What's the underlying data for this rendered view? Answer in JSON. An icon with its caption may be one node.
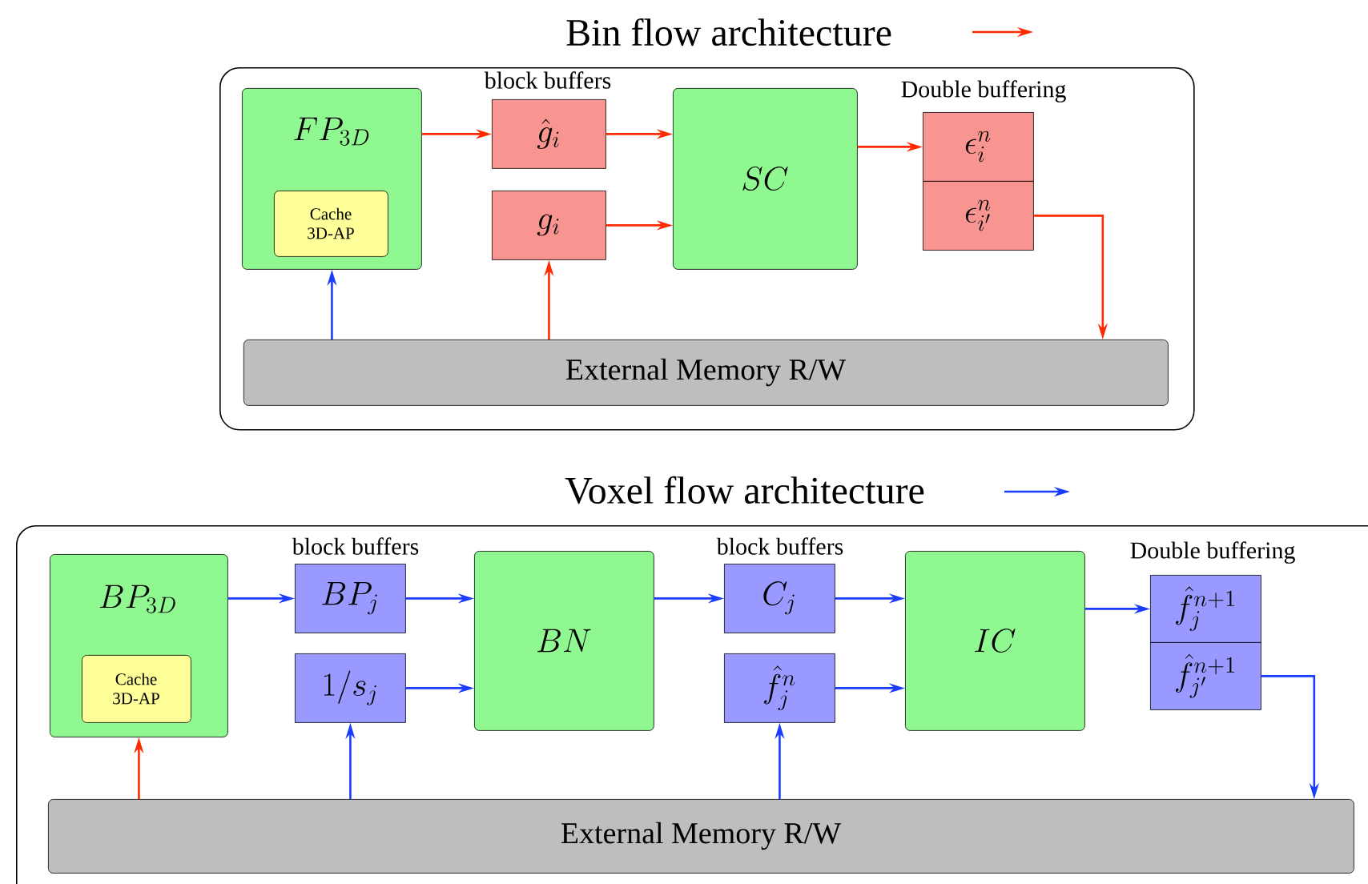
{
  "diagram": {
    "nodes": [
      {
        "text": [],
        "shape": "box"
      },
      {
        "text": [
          "FP_{3D}"
        ],
        "in": 0
      },
      {
        "text": [
          "Cache 3D-AP"
        ],
        "in": 1
      },
      {
        "text": [
          "\\hat{g}_i"
        ],
        "in": 0
      },
      {
        "text": [
          "g_i"
        ],
        "in": 0
      },
      {
        "text": [
          "SC"
        ],
        "in": 0
      },
      {
        "text": [
          "\\epsilon_i^n"
        ],
        "in": 0
      },
      {
        "text": [
          "\\epsilon_{i'}^n"
        ],
        "in": 0
      },
      {
        "text": [
          "External Memory R/W"
        ],
        "in": 0
      },
      {
        "text": [],
        "shape": "box"
      },
      {
        "text": [
          "BP_{3D}"
        ],
        "in": 9
      },
      {
        "text": [
          "Cache 3D-AP"
        ],
        "in": 10
      },
      {
        "text": [
          "BP_j"
        ],
        "in": 9
      },
      {
        "text": [
          "1/s_j"
        ],
        "in": 9
      },
      {
        "text": [
          "BN"
        ],
        "in": 9
      },
      {
        "text": [
          "C_j"
        ],
        "in": 9
      },
      {
        "text": [
          "\\hat{f}_j^n"
        ],
        "in": 9
      },
      {
        "text": [
          "IC"
        ],
        "in": 9
      },
      {
        "text": [
          "\\hat{f}_j^{n+1}"
        ],
        "in": 9
      },
      {
        "text": [
          "\\hat{f}_{j'}^{n+1}"
        ],
        "in": 9
      },
      {
        "text": [
          "External Memory R/W"
        ],
        "in": 9
      }
    ],
    "edges": [
      {
        "from": 1,
        "to": 3,
        "arrow": "to",
        "color": "#ff2a00"
      },
      {
        "from": 3,
        "to": 5,
        "arrow": "to",
        "color": "#ff2a00"
      },
      {
        "from": 4,
        "to": 5,
        "arrow": "to",
        "color": "#ff2a00"
      },
      {
        "from": 5,
        "to": 6,
        "arrow": "to",
        "color": "#ff2a00"
      },
      {
        "from": 7,
        "to": 8,
        "arrow": "to",
        "color": "#ff2a00"
      },
      {
        "from": 8,
        "to": 4,
        "arrow": "to",
        "color": "#ff2a00"
      },
      {
        "from": 8,
        "to": 1,
        "arrow": "to"
      },
      {
        "from": 10,
        "to": 12,
        "arrow": "to"
      },
      {
        "from": 12,
        "to": 14,
        "arrow": "to"
      },
      {
        "from": 13,
        "to": 14,
        "arrow": "to"
      },
      {
        "from": 14,
        "to": 15,
        "arrow": "to"
      },
      {
        "from": 15,
        "to": 17,
        "arrow": "to"
      },
      {
        "from": 16,
        "to": 17,
        "arrow": "to"
      },
      {
        "from": 17,
        "to": 18,
        "arrow": "to"
      },
      {
        "from": 19,
        "to": 20,
        "arrow": "to"
      },
      {
        "from": 20,
        "to": 13,
        "arrow": "to"
      },
      {
        "from": 20,
        "to": 16,
        "arrow": "to"
      },
      {
        "from": 20,
        "to": 10,
        "arrow": "to",
        "color": "#ff2a00"
      }
    ],
    "labels": [
      "block buffers",
      "Double buffering",
      "block buffers",
      "block buffers",
      "Double buffering"
    ],
    "legend": [
      {
        "text": "Bin flow architecture"
      },
      {
        "text": "Voxel flow architecture"
      }
    ]
  }
}
